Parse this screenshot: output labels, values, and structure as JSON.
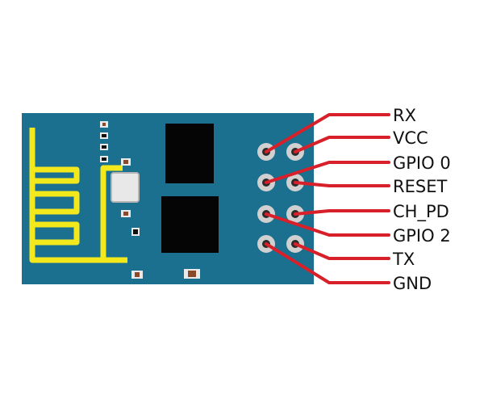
{
  "colors": {
    "board": "#1b6f8f",
    "antenna": "#f3e81c",
    "wire": "#d8202a",
    "chip": "#050505",
    "pad_ring": "#d0d0d0",
    "pad_hole": "#2b2b2b",
    "led_body": "#eeeeee",
    "resistor": "#8a4a2a"
  },
  "module": {
    "pins": [
      {
        "label": "RX"
      },
      {
        "label": "VCC"
      },
      {
        "label": "GPIO 0"
      },
      {
        "label": "RESET"
      },
      {
        "label": "CH_PD"
      },
      {
        "label": "GPIO 2"
      },
      {
        "label": "TX"
      },
      {
        "label": "GND"
      }
    ]
  }
}
